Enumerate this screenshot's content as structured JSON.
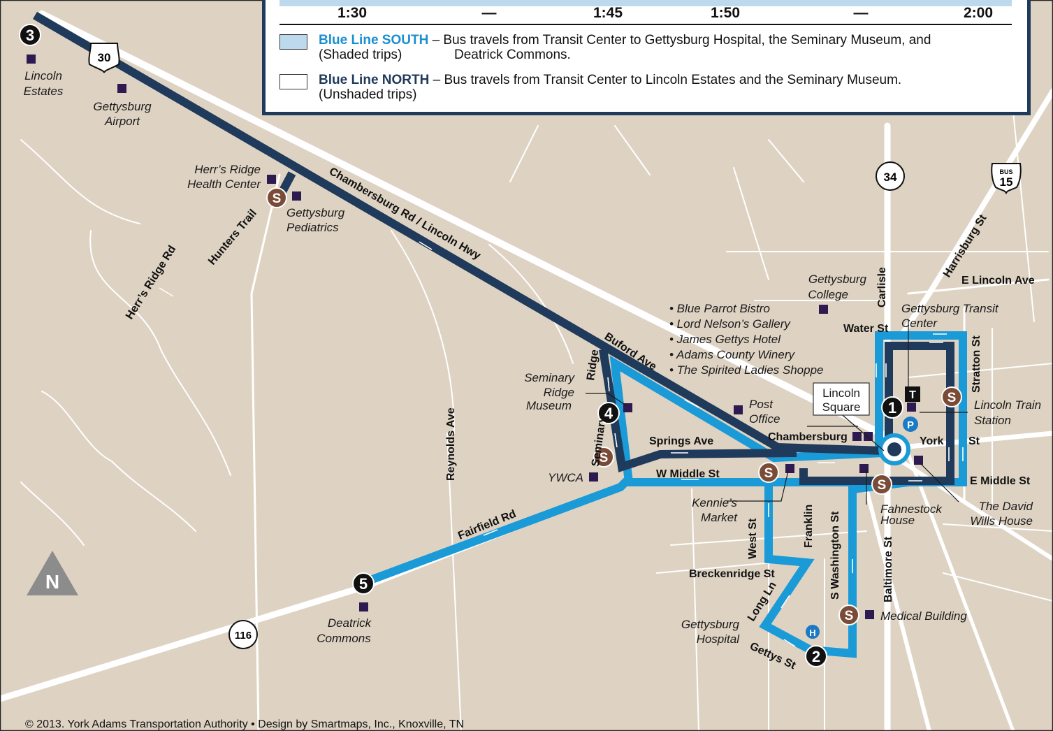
{
  "colors": {
    "land": "#ded3c3",
    "road": "#ffffff",
    "blue_south": "#1a9ad6",
    "blue_north": "#1f3a5a",
    "stop_brown": "#7a4c38",
    "landmark": "#2c1a50"
  },
  "schedule": {
    "times": [
      "1:30",
      "—",
      "1:45",
      "1:50",
      "—",
      "2:00"
    ]
  },
  "legend": {
    "south_name": "Blue Line SOUTH",
    "south_desc": " – Bus travels from Transit Center to Gettysburg Hospital, the Seminary Museum, and",
    "south_line2": "(Shaded trips)",
    "south_line2b": "Deatrick Commons.",
    "north_name": "Blue Line NORTH",
    "north_desc": " – Bus travels from Transit Center to Lincoln Estates and the Seminary Museum.",
    "north_line2": "(Unshaded trips)"
  },
  "shields": {
    "us30": "30",
    "pa34": "34",
    "bus15_top": "BUS",
    "bus15_num": "15",
    "pa116": "116"
  },
  "stops": [
    "1",
    "2",
    "3",
    "4",
    "5"
  ],
  "stop_s": "S",
  "icons": {
    "transit": "T",
    "parking": "P",
    "hospital": "H",
    "north": "N"
  },
  "places": {
    "lincoln_estates_1": "Lincoln",
    "lincoln_estates_2": "Estates",
    "gettysburg_airport_1": "Gettysburg",
    "gettysburg_airport_2": "Airport",
    "herrs_health_1": "Herr’s Ridge",
    "herrs_health_2": "Health Center",
    "ped_1": "Gettysburg",
    "ped_2": "Pediatrics",
    "college_1": "Gettysburg",
    "college_2": "College",
    "transit_center_1": "Gettysburg Transit",
    "transit_center_2": "Center",
    "train_1": "Lincoln Train",
    "train_2": "Station",
    "seminary_museum_1": "Seminary",
    "seminary_museum_2": "Ridge",
    "seminary_museum_3": "Museum",
    "post_1": "Post",
    "post_2": "Office",
    "lincoln_square_1": "Lincoln",
    "lincoln_square_2": "Square",
    "ywca": "YWCA",
    "kennies_1": "Kennie’s",
    "kennies_2": "Market",
    "fahnestock_1": "Fahnestock",
    "fahnestock_2": "House",
    "wills_1": "The David",
    "wills_2": "Wills House",
    "medical": "Medical Building",
    "hospital_1": "Gettysburg",
    "hospital_2": "Hospital",
    "deatrick_1": "Deatrick",
    "deatrick_2": "Commons"
  },
  "attractions": [
    "• Blue Parrot Bistro",
    "• Lord Nelson’s Gallery",
    "• James Gettys Hotel",
    "• Adams County Winery",
    "• The Spirited Ladies Shoppe"
  ],
  "streets": {
    "chambersburg_rd": "Chambersburg Rd / Lincoln Hwy",
    "hunters": "Hunters Trail",
    "herrs_ridge_rd": "Herr’s Ridge Rd",
    "reynolds": "Reynolds Ave",
    "buford": "Buford Ave",
    "seminary_ridge_a": "Seminary",
    "seminary_ridge_b": "Ridge",
    "springs": "Springs Ave",
    "w_middle": "W Middle St",
    "chambersburg": "Chambersburg",
    "york": "York",
    "st": "St",
    "e_middle": "E Middle St",
    "water": "Water St",
    "carlisle": "Carlisle",
    "stratton": "Stratton St",
    "harrisburg": "Harrisburg St",
    "e_lincoln": "E Lincoln Ave",
    "fairfield": "Fairfield Rd",
    "west_st": "West St",
    "franklin": "Franklin",
    "s_washington": "S Washington St",
    "baltimore": "Baltimore St",
    "breckenridge": "Breckenridge St",
    "long_ln": "Long Ln",
    "gettys": "Gettys St"
  },
  "copyright": "© 2013. York Adams Transportation Authority • Design by Smartmaps, Inc., Knoxville, TN"
}
